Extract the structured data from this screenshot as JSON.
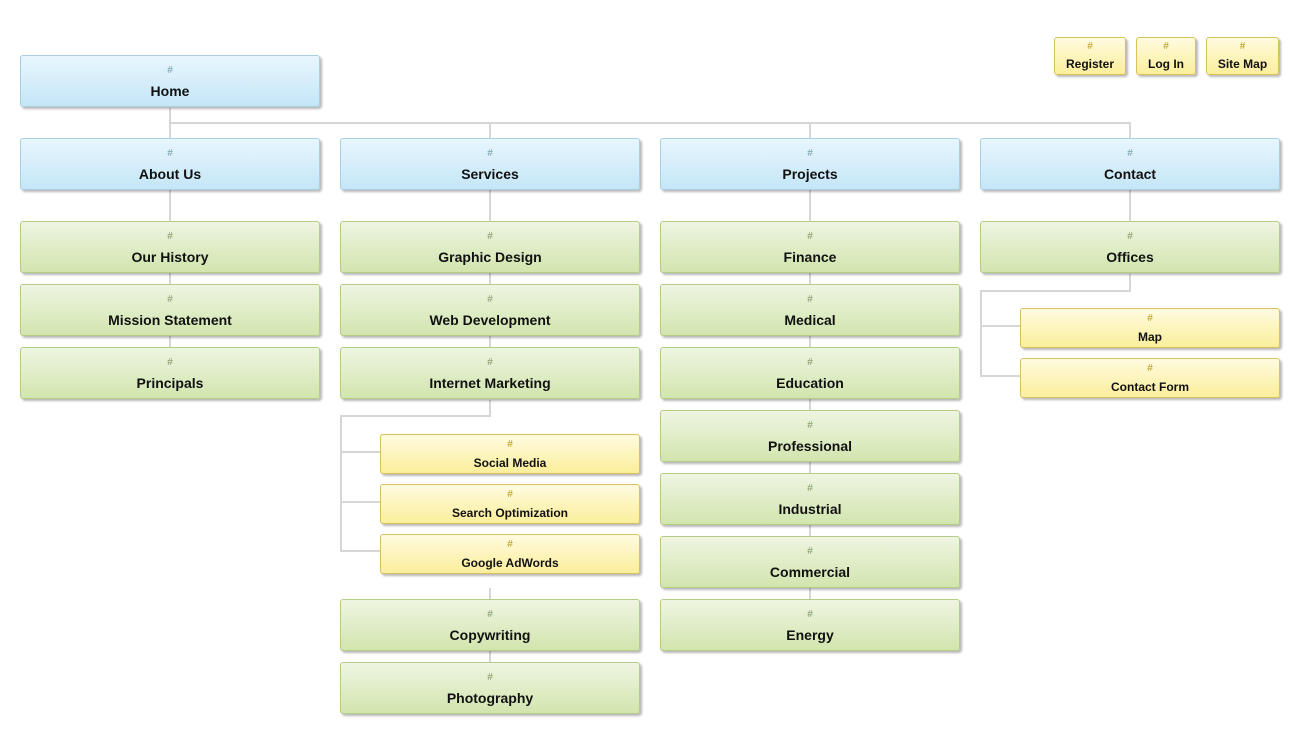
{
  "hash_mark": "#",
  "home": "Home",
  "utility_links": [
    "Register",
    "Log In",
    "Site Map"
  ],
  "sections": {
    "about": {
      "label": "About Us",
      "items": [
        "Our History",
        "Mission Statement",
        "Principals"
      ]
    },
    "services": {
      "label": "Services",
      "items": [
        "Graphic Design",
        "Web Development",
        "Internet Marketing"
      ],
      "marketing_children": [
        "Social Media",
        "Search Optimization",
        "Google AdWords"
      ],
      "items_after": [
        "Copywriting",
        "Photography"
      ]
    },
    "projects": {
      "label": "Projects",
      "items": [
        "Finance",
        "Medical",
        "Education",
        "Professional",
        "Industrial",
        "Commercial",
        "Energy"
      ]
    },
    "contact": {
      "label": "Contact",
      "items": [
        "Offices"
      ],
      "offices_children": [
        "Map",
        "Contact Form"
      ]
    }
  },
  "colors": {
    "top_level": "#c4e6f7",
    "second_level": "#d2e5ae",
    "third_level": "#fbee9b",
    "connector": "#d6d6d6"
  }
}
